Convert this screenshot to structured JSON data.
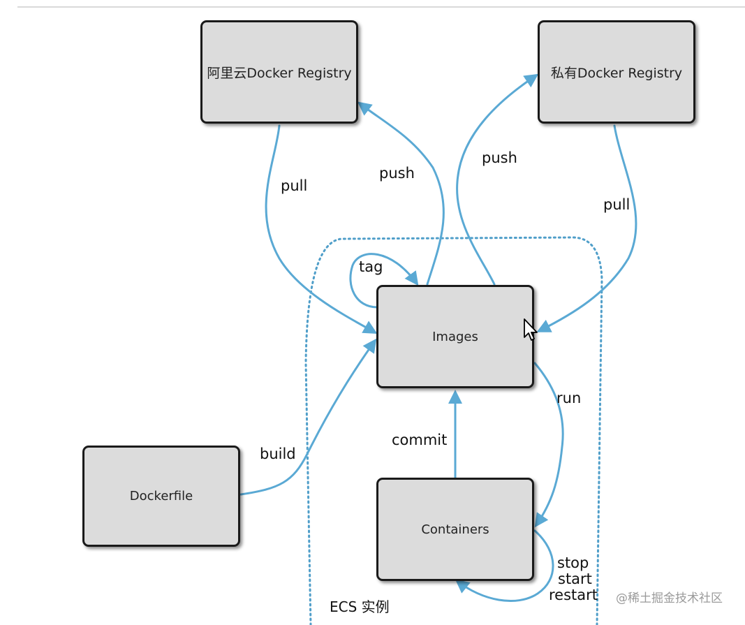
{
  "nodes": {
    "aliyun_registry": "阿里云Docker Registry",
    "private_registry": "私有Docker Registry",
    "images": "Images",
    "dockerfile": "Dockerfile",
    "containers": "Containers"
  },
  "edges": {
    "pull_left": "pull",
    "push_left": "push",
    "push_right": "push",
    "pull_right": "pull",
    "tag": "tag",
    "run": "run",
    "commit": "commit",
    "build": "build",
    "stop": "stop",
    "start": "start",
    "restart": "restart"
  },
  "group_label": "ECS 实例",
  "watermark": "@稀土掘金技术社区",
  "colors": {
    "arrow": "#5aa9d4",
    "box_fill": "#dcdcdc",
    "box_border": "#1a1a1a"
  }
}
